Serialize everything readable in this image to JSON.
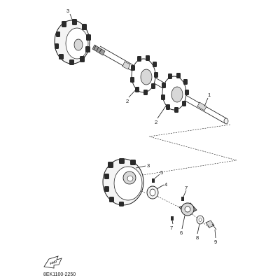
{
  "callouts": {
    "c1": "1",
    "c2a": "2",
    "c2b": "2",
    "c3a": "3",
    "c3b": "3",
    "c4": "4",
    "c5": "5",
    "c6": "6",
    "c7a": "7",
    "c7b": "7",
    "c8": "8",
    "c9": "9"
  },
  "fwd_label": "FWD",
  "diagram_code": "8EK1100-2250",
  "colors": {
    "line": "#1a1a1a",
    "fill_light": "#f4f4f4",
    "fill_mid": "#d8d8d8",
    "fill_dark": "#9a9a9a"
  }
}
